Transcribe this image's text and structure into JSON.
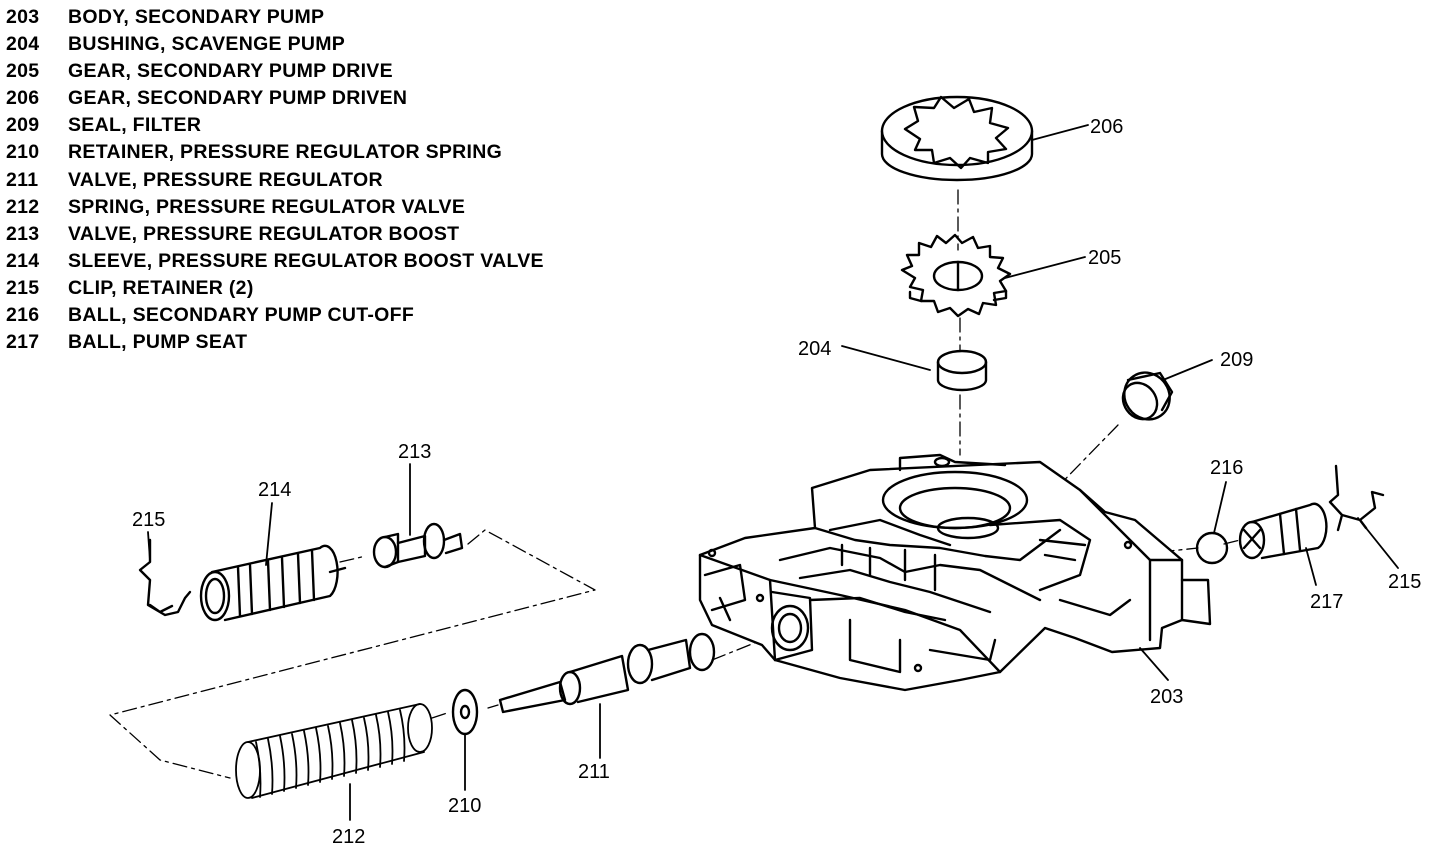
{
  "legend": [
    {
      "num": "203",
      "desc": "BODY, SECONDARY PUMP"
    },
    {
      "num": "204",
      "desc": "BUSHING, SCAVENGE PUMP"
    },
    {
      "num": "205",
      "desc": "GEAR, SECONDARY PUMP DRIVE"
    },
    {
      "num": "206",
      "desc": "GEAR, SECONDARY PUMP DRIVEN"
    },
    {
      "num": "209",
      "desc": "SEAL, FILTER"
    },
    {
      "num": "210",
      "desc": "RETAINER, PRESSURE REGULATOR SPRING"
    },
    {
      "num": "211",
      "desc": "VALVE, PRESSURE REGULATOR"
    },
    {
      "num": "212",
      "desc": "SPRING, PRESSURE REGULATOR VALVE"
    },
    {
      "num": "213",
      "desc": "VALVE, PRESSURE REGULATOR BOOST"
    },
    {
      "num": "214",
      "desc": "SLEEVE, PRESSURE REGULATOR BOOST VALVE"
    },
    {
      "num": "215",
      "desc": "CLIP, RETAINER (2)"
    },
    {
      "num": "216",
      "desc": "BALL, SECONDARY PUMP CUT-OFF"
    },
    {
      "num": "217",
      "desc": "BALL, PUMP SEAT"
    }
  ],
  "callouts": {
    "c206": "206",
    "c205": "205",
    "c204": "204",
    "c209": "209",
    "c213": "213",
    "c214": "214",
    "c215_left": "215",
    "c216": "216",
    "c217": "217",
    "c215_right": "215",
    "c203": "203",
    "c211": "211",
    "c210": "210",
    "c212": "212"
  }
}
